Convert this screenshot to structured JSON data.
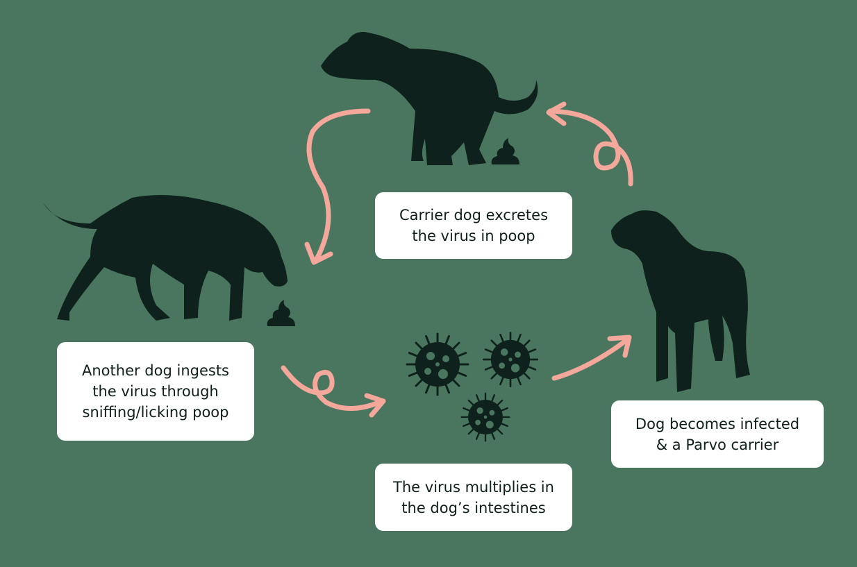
{
  "colors": {
    "background": "#4a7660",
    "silhouette": "#0e211c",
    "arrow": "#f4a89c",
    "card": "#ffffff"
  },
  "steps": [
    {
      "id": "carrier",
      "lines": [
        "Carrier dog excretes",
        "the virus in poop"
      ]
    },
    {
      "id": "ingests",
      "lines": [
        "Another dog ingests",
        "the virus through",
        "sniffing/licking poop"
      ]
    },
    {
      "id": "multiplies",
      "lines": [
        "The virus multiplies in",
        "the dog’s intestines"
      ]
    },
    {
      "id": "infected",
      "lines": [
        "Dog becomes infected",
        "& a Parvo carrier"
      ]
    }
  ]
}
